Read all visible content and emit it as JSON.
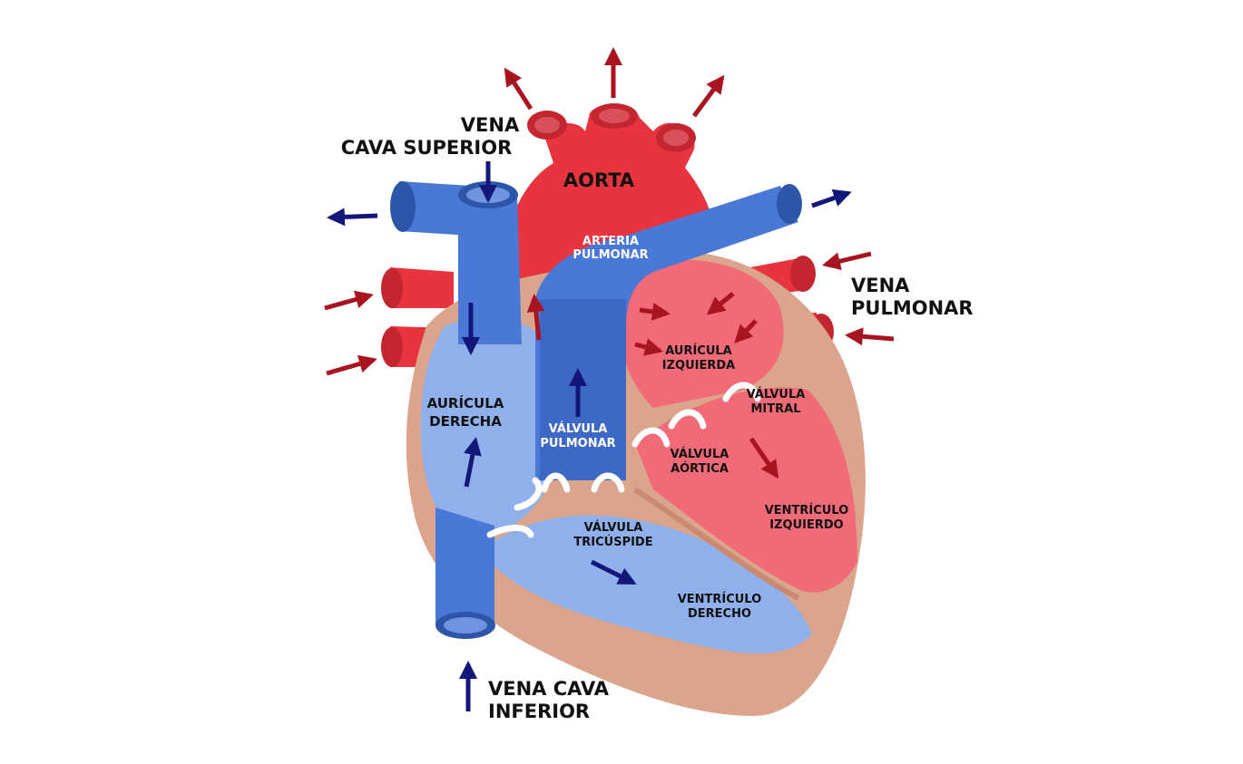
{
  "diagram": {
    "colors": {
      "oxygenated": "#e8343f",
      "oxygenated_light": "#f06a78",
      "oxygenated_dark": "#b4232c",
      "deoxygenated": "#4a78d6",
      "deoxygenated_light": "#8fb0ea",
      "deoxygenated_dark": "#2e56a8",
      "muscle": "#dba58d",
      "muscle_dark": "#c98a71",
      "arrow_red": "#a8141f",
      "arrow_blue": "#14177a",
      "valve": "#ffffff"
    },
    "labels": {
      "vena_cava_superior_1": "VENA",
      "vena_cava_superior_2": "CAVA SUPERIOR",
      "aorta": "AORTA",
      "arteria_pulmonar_1": "ARTERIA",
      "arteria_pulmonar_2": "PULMONAR",
      "vena_pulmonar_1": "VENA",
      "vena_pulmonar_2": "PULMONAR",
      "auricula_izquierda_1": "AURÍCULA",
      "auricula_izquierda_2": "IZQUIERDA",
      "auricula_derecha_1": "AURÍCULA",
      "auricula_derecha_2": "DERECHA",
      "valvula_pulmonar_1": "VÁLVULA",
      "valvula_pulmonar_2": "PULMONAR",
      "valvula_mitral_1": "VÁLVULA",
      "valvula_mitral_2": "MITRAL",
      "valvula_aortica_1": "VÁLVULA",
      "valvula_aortica_2": "AÓRTICA",
      "ventriculo_izquierdo_1": "VENTRÍCULO",
      "ventriculo_izquierdo_2": "IZQUIERDO",
      "valvula_tricuspide_1": "VÁLVULA",
      "valvula_tricuspide_2": "TRICÚSPIDE",
      "ventriculo_derecho_1": "VENTRÍCULO",
      "ventriculo_derecho_2": "DERECHO",
      "vena_cava_inferior_1": "VENA CAVA",
      "vena_cava_inferior_2": "INFERIOR"
    }
  }
}
